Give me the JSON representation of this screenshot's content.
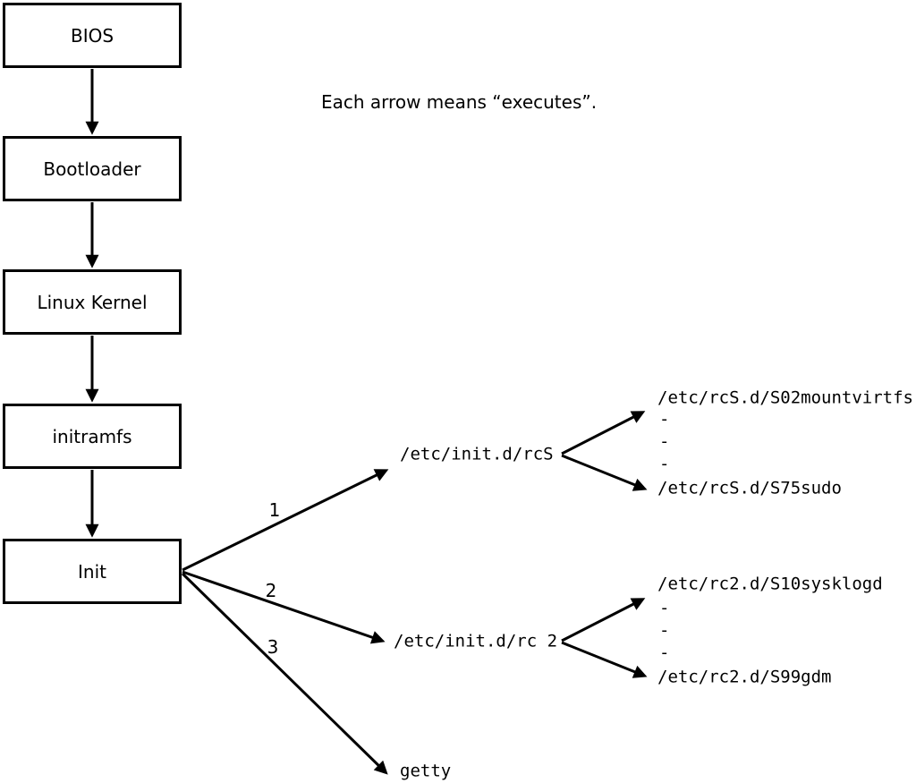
{
  "caption": "Each arrow means “executes”.",
  "boxes": [
    {
      "label": "BIOS"
    },
    {
      "label": "Bootloader"
    },
    {
      "label": "Linux Kernel"
    },
    {
      "label": "initramfs"
    },
    {
      "label": "Init"
    }
  ],
  "edge_labels": {
    "one": "1",
    "two": "2",
    "three": "3"
  },
  "targets": {
    "rcS": "/etc/init.d/rcS",
    "rc2": "/etc/init.d/rc 2",
    "getty": "getty",
    "rcS_first": "/etc/rcS.d/S02mountvirtfs",
    "rcS_last": "/etc/rcS.d/S75sudo",
    "rc2_first": "/etc/rc2.d/S10sysklogd",
    "rc2_last": "/etc/rc2.d/S99gdm",
    "dash": "-"
  },
  "colors": {
    "line": "#000000",
    "background": "#ffffff"
  }
}
